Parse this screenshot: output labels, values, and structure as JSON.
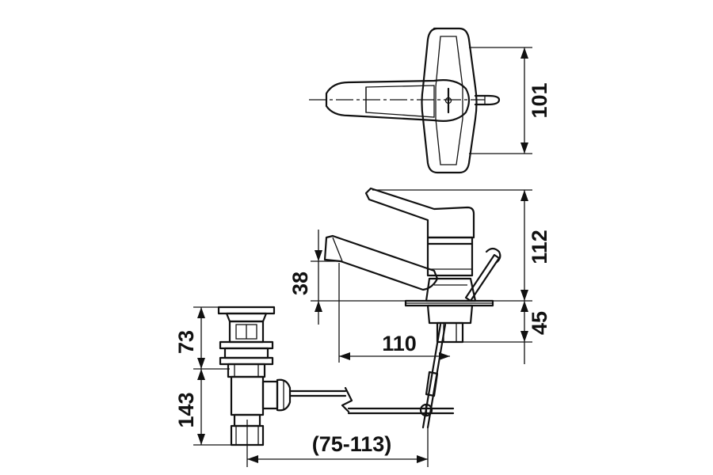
{
  "dimensions": {
    "top_view_width": "101",
    "faucet_height": "112",
    "spout_height": "38",
    "spout_reach": "110",
    "below_deck": "45",
    "waste_upper": "73",
    "waste_lower": "143",
    "waste_offset": "(75-113)"
  }
}
